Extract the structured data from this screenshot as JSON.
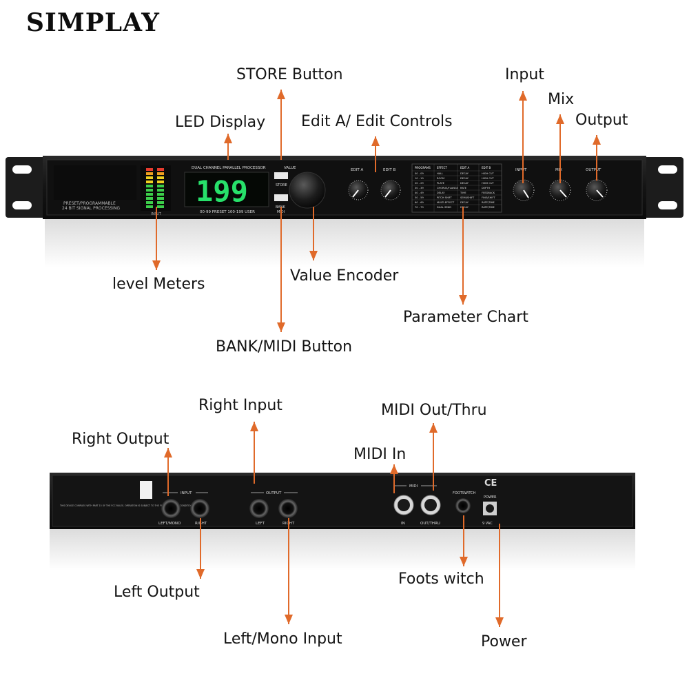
{
  "brand": "SIMPLAY",
  "front_panel": {
    "display_value": "199",
    "header_text": "DUAL CHANNEL PARALLEL PROCESSOR",
    "preset_text": "00-99 PRESET 100-199 USER",
    "model_line1": "PRESET/PROGRAMMABLE",
    "model_line2": "24 BIT SIGNAL PROCESSING",
    "meter_label": "INPUT",
    "value_label": "VALUE",
    "store_label": "STORE",
    "bank_label": "BANK",
    "midi_label": "MIDI",
    "knob_labels": {
      "edit_a": "EDIT A",
      "edit_b": "EDIT B",
      "input": "INPUT",
      "mix": "MIX",
      "output": "OUTPUT"
    },
    "chart_headers": [
      "PROGRAMS",
      "EFFECT",
      "EDIT A",
      "EDIT B"
    ],
    "chart_rows": [
      [
        "00 - 09",
        "HALL",
        "DECAY",
        "HIGH CUT"
      ],
      [
        "10 - 19",
        "ROOM",
        "DECAY",
        "HIGH CUT"
      ],
      [
        "20 - 29",
        "PLATE",
        "DECAY",
        "HIGH CUT"
      ],
      [
        "30 - 39",
        "CHORUS/FLANGE",
        "RATE",
        "DEPTH"
      ],
      [
        "40 - 49",
        "DELAY",
        "TIME",
        "FEEDBACK"
      ],
      [
        "50 - 59",
        "PITCH SHIFT",
        "SEMI/SHIFT",
        "FINE/SHIFT"
      ],
      [
        "60 - 69",
        "MULTI-EFFECT",
        "DECAY",
        "RATE/TIME"
      ],
      [
        "70 - 79",
        "DUAL SEND",
        "DECAY",
        "RATE/TIME"
      ]
    ]
  },
  "back_panel": {
    "input_group": "INPUT",
    "output_group": "OUTPUT",
    "midi_group": "MIDI",
    "left_mono": "LEFT/MONO",
    "right": "RIGHT",
    "left": "LEFT",
    "right2": "RIGHT",
    "midi_in": "IN",
    "midi_out": "OUT/THRU",
    "footswitch": "FOOTSWITCH",
    "power": "POWER",
    "voltage": "9 VAC",
    "ce": "CE",
    "fcc_text": "THIS DEVICE COMPLIES WITH PART 15 OF THE FCC RULES. OPERATION IS SUBJECT TO THE FOLLOWING TWO CONDITIONS."
  },
  "callouts": {
    "store": "STORE Button",
    "led": "LED Display",
    "edit": "Edit A/ Edit Controls",
    "input": "Input",
    "mix": "Mix",
    "output": "Output",
    "level": "level Meters",
    "encoder": "Value Encoder",
    "param": "Parameter Chart",
    "bank": "BANK/MIDI Button",
    "right_input": "Right Input",
    "midi_out": "MIDI Out/Thru",
    "right_output": "Right Output",
    "midi_in": "MIDI In",
    "left_output": "Left Output",
    "footswitch": "Foots witch",
    "left_mono": "Left/Mono Input",
    "power": "Power"
  },
  "colors": {
    "arrow": "#e06a2a",
    "panel": "#161616",
    "led": "#27e06a",
    "text": "#141414"
  }
}
